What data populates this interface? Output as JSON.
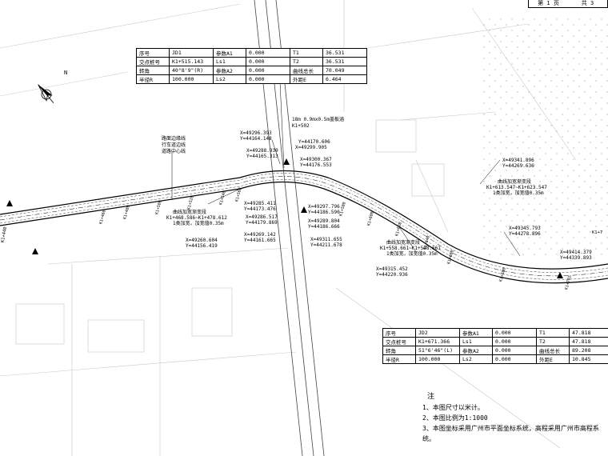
{
  "page_header": {
    "page_label": "第 1 页",
    "total_label": "共 3"
  },
  "north": {
    "label": "N"
  },
  "table_jd1": [
    [
      "序号",
      "JD1",
      "参数A1",
      "0.000",
      "T1",
      "36.531"
    ],
    [
      "交点桩号",
      "K1+515.143",
      "Ls1",
      "0.000",
      "T2",
      "36.531"
    ],
    [
      "转角",
      "40°8'9\"(R)",
      "参数A2",
      "0.000",
      "曲线总长",
      "70.049"
    ],
    [
      "半径R",
      "100.000",
      "Ls2",
      "0.000",
      "外距E",
      "6.464"
    ]
  ],
  "table_jd2": [
    [
      "序号",
      "JD2",
      "参数A1",
      "0.000",
      "T1",
      "47.818"
    ],
    [
      "交点桩号",
      "K1+671.366",
      "Ls1",
      "0.000",
      "T2",
      "47.818"
    ],
    [
      "转角",
      "51°6'46\"(L)",
      "参数A2",
      "0.000",
      "曲线总长",
      "89.208"
    ],
    [
      "半径R",
      "100.000",
      "Ls2",
      "0.000",
      "外距E",
      "10.845"
    ]
  ],
  "notes": {
    "heading": "注",
    "items": [
      "1、本图尺寸以米计。",
      "2、本图比例为1:1000",
      "3、本图坐标采用广州市平面坐标系统，高程采用广州市高程系统。"
    ]
  },
  "annotations": {
    "road_legend": [
      "路面边缘线",
      "行车道边线",
      "道路中心线"
    ],
    "culvert": [
      "18m  0.9mx0.5m盖板涵",
      "K1+502"
    ],
    "widen1": [
      "曲线加宽渐变段",
      "K1+468.586~K1+478.612",
      "1类加宽，加宽值0.35m"
    ],
    "widen2": [
      "曲线加宽渐变段",
      "K1+558.661~K1+548.661",
      "1类加宽，加宽值0.35m"
    ],
    "widen3": [
      "曲线加宽渐变段",
      "K1+613.547~K1+623.547",
      "1类加宽，加宽值0.35m"
    ],
    "coords": {
      "c1": [
        "X=49296.393",
        "Y=44164.148"
      ],
      "c2": [
        "X=49288.939",
        "Y=44165.313"
      ],
      "c3": [
        "X=49285.411",
        "Y=44173.476"
      ],
      "c4": [
        "X=49286.517",
        "Y=44179.869"
      ],
      "c5": [
        "X=49260.604",
        "Y=44156.419"
      ],
      "c6": [
        "X=49269.142",
        "Y=44161.665"
      ],
      "c7": [
        "X=49299.905"
      ],
      "c8": [
        "X=49300.367",
        "Y=44176.553"
      ],
      "c9": [
        "Y=44170.606"
      ],
      "c10": [
        "X=49297.796",
        "Y=44186.590"
      ],
      "c11": [
        "X=49289.804",
        "Y=44186.666"
      ],
      "c12": [
        "X=49311.655",
        "Y=44211.678"
      ],
      "c13": [
        "X=49315.452",
        "Y=44220.936"
      ],
      "c14": [
        "X=49341.896",
        "Y=44269.636"
      ],
      "c15": [
        "X=49345.793",
        "Y=44278.896"
      ],
      "c16": [
        "X=49414.379",
        "Y=44339.893"
      ]
    },
    "stations": [
      "K1+460",
      "K1+480",
      "K1+500",
      "K1+520",
      "K1+540",
      "K1+560",
      "K1+580",
      "K1+600",
      "K1+620",
      "K1+640",
      "K1+660",
      "K1+680",
      "K1+702"
    ],
    "left_station": "K1+440",
    "right_partial": "K1+7"
  }
}
